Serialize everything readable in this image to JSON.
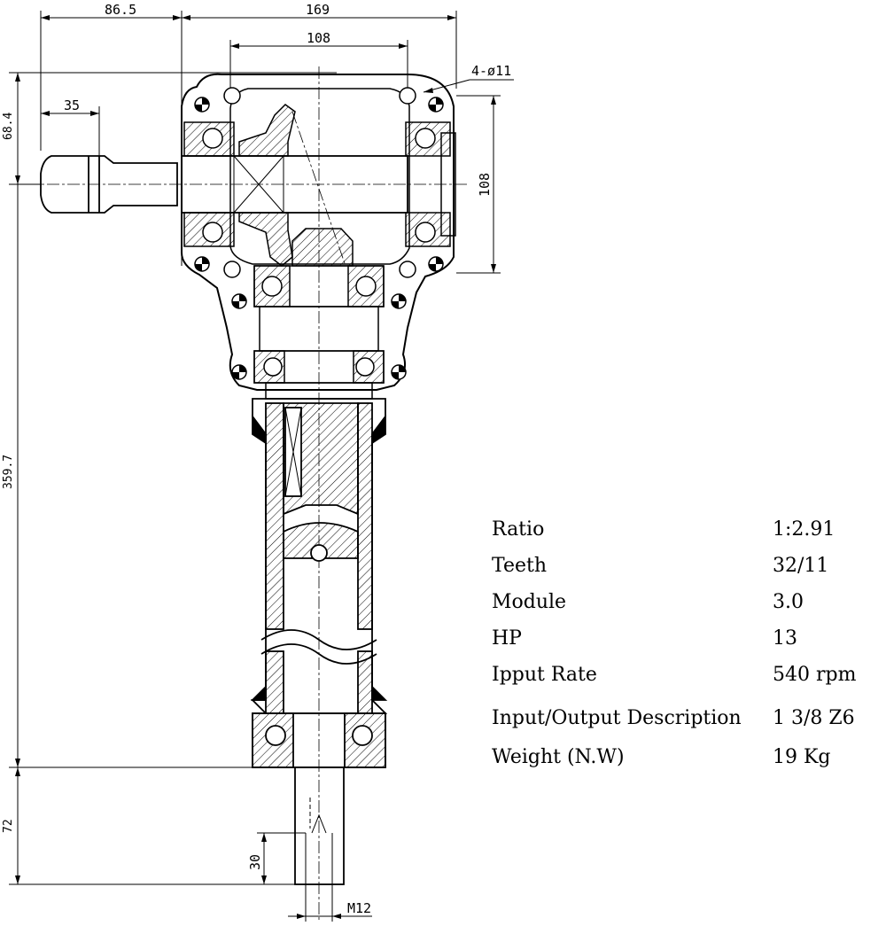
{
  "dimensions": {
    "width_left": "86.5",
    "width_total": "169",
    "width_inner": "108",
    "holes": "4-ø11",
    "shaft_length": "35",
    "shaft_offset": "68.4",
    "height_right": "108",
    "height_total": "359.7",
    "output_length": "72",
    "thread_depth": "30",
    "thread": "M12"
  },
  "specs": [
    {
      "label": "Ratio",
      "value": "1:2.91"
    },
    {
      "label": "Teeth",
      "value": "32/11"
    },
    {
      "label": "Module",
      "value": "3.0"
    },
    {
      "label": "HP",
      "value": "13"
    },
    {
      "label": "Ipput Rate",
      "value": "540 rpm"
    },
    {
      "label": "Input/Output Description",
      "value": "1 3/8 Z6"
    },
    {
      "label": "Weight (N.W)",
      "value": "19 Kg"
    }
  ]
}
